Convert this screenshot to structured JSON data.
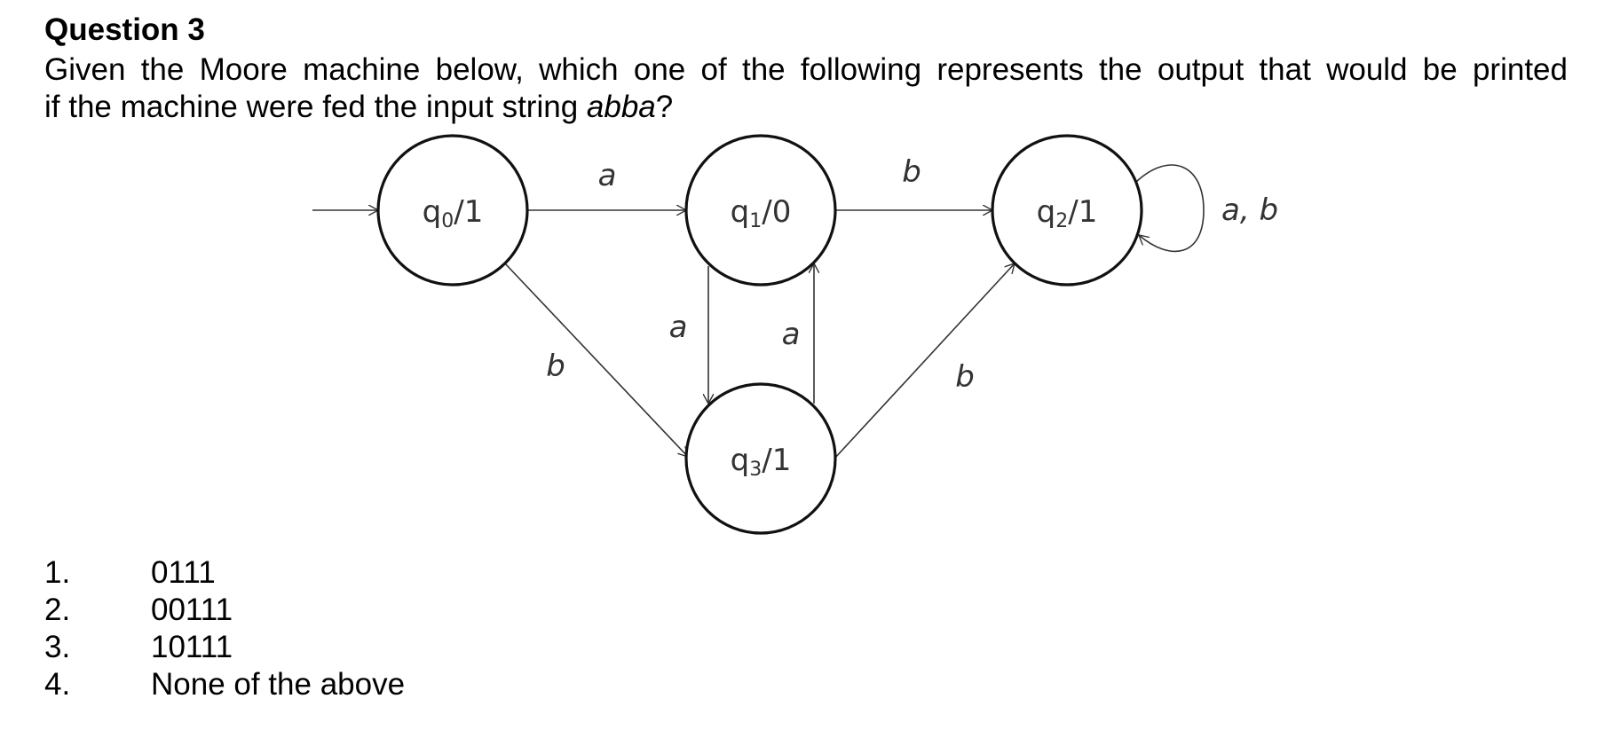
{
  "question": {
    "title": "Question 3",
    "text_line1": "Given the Moore machine below, which one of the following represents the output that would be printed",
    "text_line2_before": "if the machine were fed the input string ",
    "text_line2_emph": "abba",
    "text_line2_after": "?"
  },
  "diagram": {
    "states": [
      {
        "id": "q0",
        "base": "q",
        "sub": "0",
        "output": "/1"
      },
      {
        "id": "q1",
        "base": "q",
        "sub": "1",
        "output": "/0"
      },
      {
        "id": "q2",
        "base": "q",
        "sub": "2",
        "output": "/1"
      },
      {
        "id": "q3",
        "base": "q",
        "sub": "3",
        "output": "/1"
      }
    ],
    "start_state": "q0",
    "transitions": [
      {
        "from": "q0",
        "to": "q1",
        "label": "a"
      },
      {
        "from": "q0",
        "to": "q3",
        "label": "b"
      },
      {
        "from": "q1",
        "to": "q2",
        "label": "b"
      },
      {
        "from": "q1",
        "to": "q3",
        "label": "a"
      },
      {
        "from": "q3",
        "to": "q1",
        "label": "a"
      },
      {
        "from": "q3",
        "to": "q2",
        "label": "b"
      },
      {
        "from": "q2",
        "to": "q2",
        "label": "a, b"
      }
    ]
  },
  "answers": [
    {
      "number": "1.",
      "text": "0111"
    },
    {
      "number": "2.",
      "text": "00111"
    },
    {
      "number": "3.",
      "text": "10111"
    },
    {
      "number": "4.",
      "text": "None of the above"
    }
  ]
}
